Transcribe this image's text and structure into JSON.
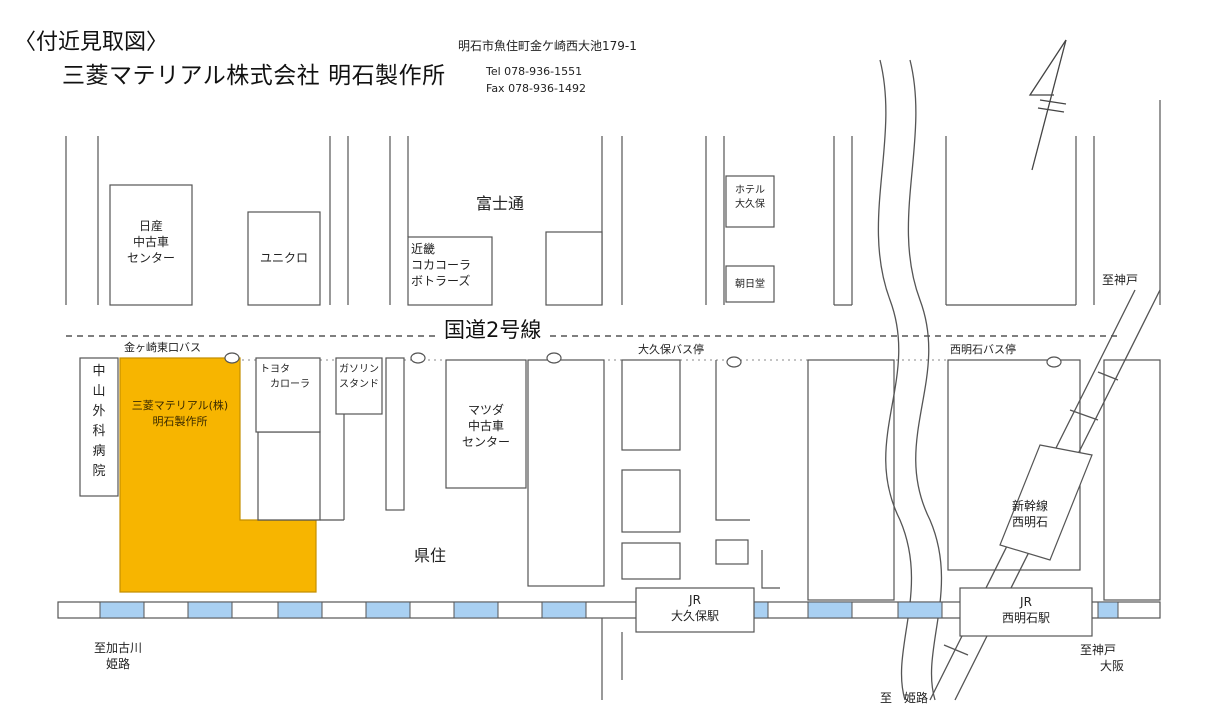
{
  "header": {
    "title_line1": "〈付近見取図〉",
    "title_line2": "三菱マテリアル株式会社 明石製作所",
    "address": "明石市魚住町金ケ崎西大池179-1",
    "tel": "Tel 078-936-1551",
    "fax": "Fax 078-936-1492"
  },
  "road": {
    "label": "国道2号線"
  },
  "buildings": {
    "nissan": [
      "日産",
      "中古車",
      "センター"
    ],
    "uniqlo": "ユニクロ",
    "fujitsu": "富士通",
    "kinki": [
      "近畿",
      "コカコーラ",
      "ボトラーズ"
    ],
    "hotel": [
      "ホテル",
      "大久保"
    ],
    "asahido": "朝日堂",
    "nakayama": "中山外科病院",
    "mitsubishi": [
      "三菱マテリアル(株)",
      "明石製作所"
    ],
    "toyota": [
      "トヨタ",
      "カローラ"
    ],
    "gas": [
      "ガソリン",
      "スタンド"
    ],
    "mazda": [
      "マツダ",
      "中古車",
      "センター"
    ],
    "kenju": "県住",
    "shinkansen": [
      "新幹線",
      "西明石"
    ]
  },
  "bus_stops": {
    "kanegasaki": "金ヶ崎東口バス",
    "okubo": "大久保バス停",
    "nishiakashi": "西明石バス停"
  },
  "stations": {
    "okubo": [
      "JR",
      "大久保駅"
    ],
    "nishiakashi": [
      "JR",
      "西明石駅"
    ]
  },
  "directions": {
    "kobe_top": "至神戸",
    "west": [
      "至加古川",
      "姫路"
    ],
    "himeji_bottom": "至　姫路",
    "east": [
      "至神戸",
      "大阪"
    ]
  },
  "colors": {
    "highlight": "#f7b500",
    "rail_blue": "#a9d0f2",
    "line": "#555555"
  },
  "icons": [
    "north-arrow-icon",
    "bus-stop-icon"
  ]
}
